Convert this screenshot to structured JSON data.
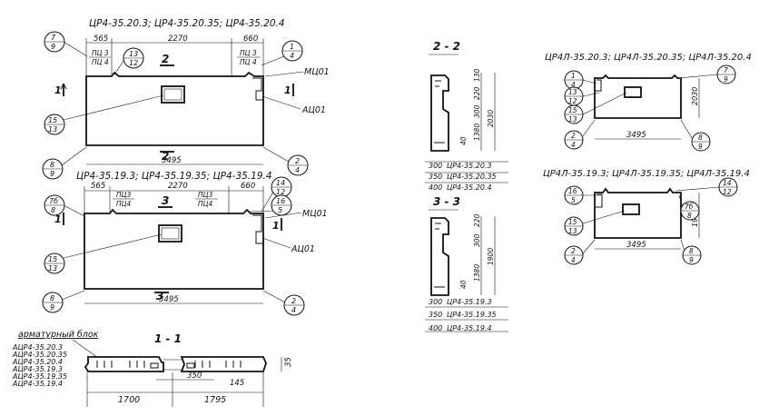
{
  "panel_a": {
    "title": "ЦР4-35.20.3; ЦР4-35.20.35; ЦР4-35.20.4",
    "dim_left": "565",
    "dim_mid": "2270",
    "dim_right": "660",
    "dim_total": "3495",
    "pts_left_top": "ПЦ 3",
    "pts_left_bot": "ПЦ 4",
    "pts_right_top": "ПЦ 3",
    "pts_right_bot": "ПЦ 4",
    "mark_mc": "МЦ01",
    "mark_ac": "АЦ01",
    "section_top": "2",
    "section_bot": "2",
    "section_side": "1",
    "b1_top": "7",
    "b1_bot": "9",
    "b2_top": "13",
    "b2_bot": "12",
    "b3_top": "1",
    "b3_bot": "4",
    "b4_top": "15",
    "b4_bot": "13",
    "b5_top": "8",
    "b5_bot": "9",
    "b6_top": "2",
    "b6_bot": "4"
  },
  "panel_b": {
    "title": "ЦР4-35.19.3; ЦР4-35.19.35; ЦР4-35.19.4",
    "dim_left": "565",
    "dim_mid": "2270",
    "dim_right": "660",
    "dim_total": "3495",
    "pts_left_top": "ПЦ3",
    "pts_left_bot": "ПЦ4",
    "pts_right_top": "ПЦ3",
    "pts_right_bot": "ПЦ4",
    "mark_mc": "МЦ01",
    "mark_ac": "АЦ01",
    "section_top": "3",
    "section_bot": "3",
    "section_side": "1",
    "b1_top": "7б",
    "b1_bot": "8",
    "b2_top": "14",
    "b2_bot": "12",
    "b3_top": "16",
    "b3_bot": "5",
    "b4_top": "15",
    "b4_bot": "13",
    "b5_top": "8",
    "b5_bot": "9",
    "b6_top": "2",
    "b6_bot": "4"
  },
  "section_11": {
    "title": "1 - 1",
    "block_label": "арматурный блок",
    "items": [
      "АЦР4-35.20.3",
      "АЦР4-35.20.35",
      "АЦР4-35.20.4",
      "АЦР4-35.19.3",
      "АЦР4-35.19.35",
      "АЦР4-35.19.4"
    ],
    "dim_left": "1700",
    "dim_right": "1795",
    "dim_mid": "350",
    "dim_small": "145",
    "dim_h": "35"
  },
  "section_22": {
    "title": "2 - 2",
    "dims": [
      "130",
      "220",
      "300",
      "2030",
      "1380",
      "40"
    ],
    "rows": [
      {
        "w": "300",
        "name": "ЦР4-35.20.3"
      },
      {
        "w": "350",
        "name": "ЦР4-35.20.35"
      },
      {
        "w": "400",
        "name": "ЦР4-35.20.4"
      }
    ]
  },
  "section_33": {
    "title": "3 - 3",
    "dims": [
      "220",
      "300",
      "1900",
      "1380",
      "40"
    ],
    "rows": [
      {
        "w": "300",
        "name": "ЦР4-35.19.3"
      },
      {
        "w": "350",
        "name": "ЦР4-35.19.35"
      },
      {
        "w": "400",
        "name": "ЦР4-35.19.4"
      }
    ]
  },
  "mirror_a": {
    "title": "ЦР4Л-35.20.3; ЦР4Л-35.20.35; ЦР4Л-35.20.4",
    "dim_w": "3495",
    "dim_h": "2030",
    "b1_top": "1",
    "b1_bot": "4",
    "b2_top": "13",
    "b2_bot": "12",
    "b3_top": "15",
    "b3_bot": "13",
    "b4_top": "2",
    "b4_bot": "4",
    "b5_top": "7",
    "b5_bot": "9",
    "b6_top": "8",
    "b6_bot": "9"
  },
  "mirror_b": {
    "title": "ЦР4Л-35.19.3; ЦР4Л-35.19.35; ЦР4Л-35.19.4",
    "dim_w": "3495",
    "dim_h": "1900",
    "b1_top": "16",
    "b1_bot": "5",
    "b2_top": "15",
    "b2_bot": "13",
    "b3_top": "2",
    "b3_bot": "4",
    "b4_top": "14",
    "b4_bot": "12",
    "b5_top": "7б",
    "b5_bot": "8",
    "b6_top": "8",
    "b6_bot": "9"
  }
}
